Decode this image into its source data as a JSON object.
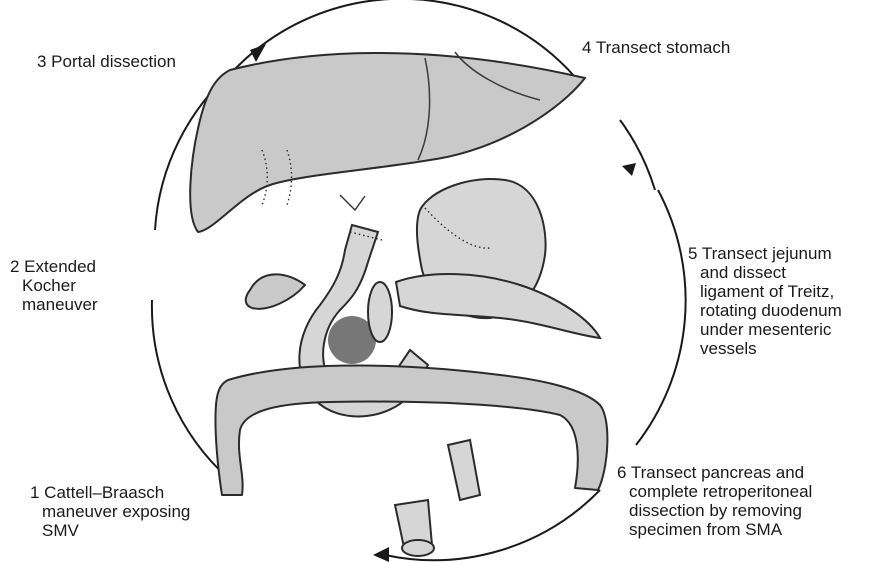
{
  "steps": [
    {
      "id": "step1",
      "lines": [
        "1 Cattell–Braasch",
        "maneuver exposing",
        "SMV"
      ]
    },
    {
      "id": "step2",
      "lines": [
        "2 Extended",
        "Kocher",
        "maneuver"
      ]
    },
    {
      "id": "step3",
      "lines": [
        "3 Portal dissection"
      ]
    },
    {
      "id": "step4",
      "lines": [
        "4 Transect stomach"
      ]
    },
    {
      "id": "step5",
      "lines": [
        "5 Transect jejunum",
        "and dissect",
        "ligament of Treitz,",
        "rotating duodenum",
        "under mesenteric",
        "vessels"
      ]
    },
    {
      "id": "step6",
      "lines": [
        "6 Transect pancreas and",
        "complete retroperitoneal",
        "dissection by removing",
        "specimen from SMA"
      ]
    }
  ],
  "colors": {
    "organ_fill": "#c9c9c9",
    "outline": "#2b2b2b",
    "tumor": "#555555",
    "arrow": "#1a1a1a"
  },
  "icons": [
    "cycle-arrow",
    "liver",
    "stomach",
    "duodenum",
    "pancreas",
    "gallbladder",
    "colon",
    "jejunum-stump",
    "tumor"
  ]
}
